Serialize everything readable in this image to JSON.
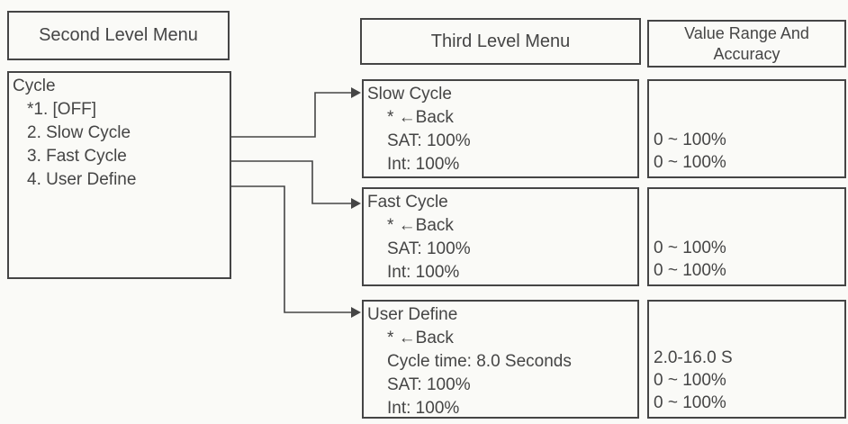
{
  "colors": {
    "ink": "#454545",
    "paper": "#fafaf7"
  },
  "headers": {
    "second_level": "Second Level Menu",
    "third_level": "Third Level Menu",
    "value_range": [
      "Value Range And",
      "Accuracy"
    ]
  },
  "second_level_menu": {
    "title": "Cycle",
    "items": [
      "*1. [OFF]",
      "2. Slow Cycle",
      "3. Fast Cycle",
      "4. User Define"
    ]
  },
  "third_level_menus": [
    {
      "title": "Slow Cycle",
      "lines": [
        "* ←Back",
        "SAT: 100%",
        "Int: 100%"
      ]
    },
    {
      "title": "Fast Cycle",
      "lines": [
        "* ←Back",
        "SAT: 100%",
        "Int: 100%"
      ]
    },
    {
      "title": "User Define",
      "lines": [
        "* ←Back",
        "Cycle time: 8.0 Seconds",
        "SAT: 100%",
        "Int: 100%"
      ]
    }
  ],
  "value_ranges": [
    [
      "0 ~ 100%",
      "0 ~ 100%"
    ],
    [
      "0 ~ 100%",
      "0 ~ 100%"
    ],
    [
      "2.0-16.0 S",
      "0 ~ 100%",
      "0 ~ 100%"
    ]
  ]
}
